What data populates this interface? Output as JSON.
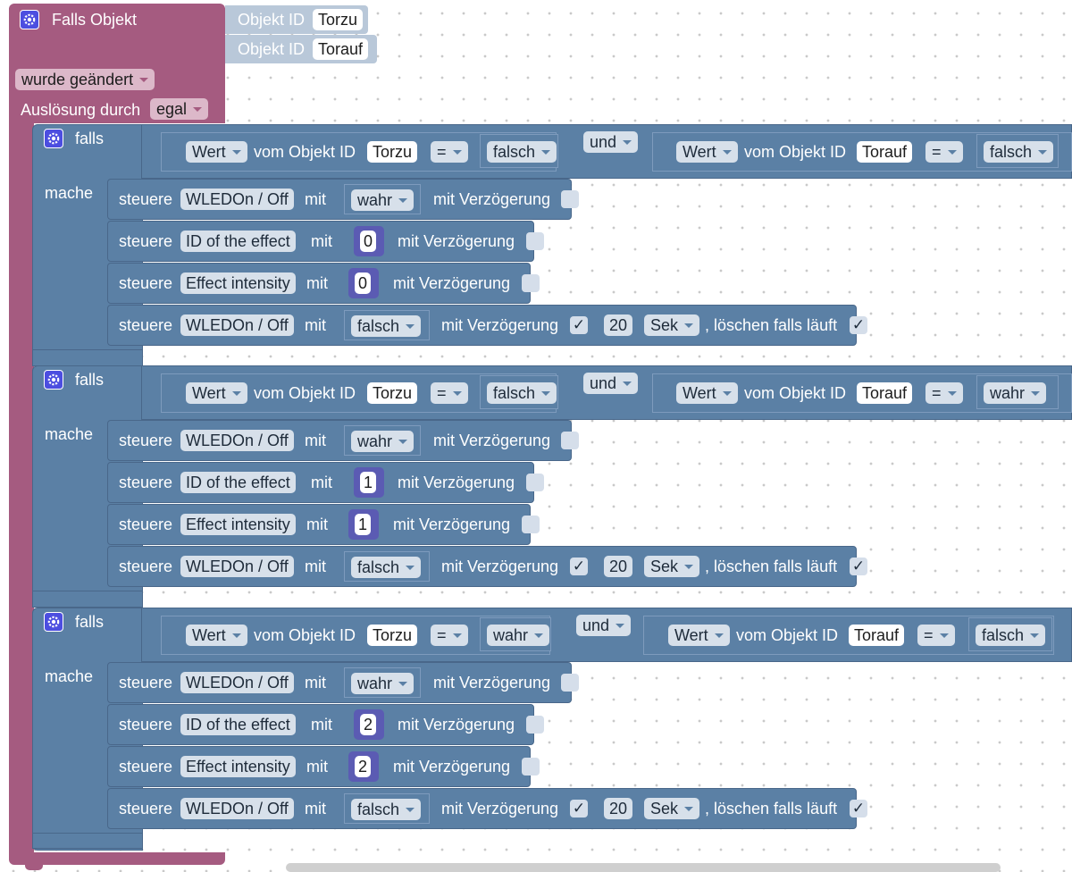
{
  "trigger": {
    "title": "Falls Objekt",
    "object_label": "Objekt ID",
    "objects": [
      "Torzu",
      "Torauf"
    ],
    "changed_option": "wurde geändert",
    "trigger_label": "Auslösung durch",
    "trigger_option": "egal"
  },
  "labels": {
    "if": "falls",
    "do": "mache",
    "and": "und",
    "value": "Wert",
    "of_object": "vom Objekt ID",
    "equals": "=",
    "control": "steuere",
    "with": "mit",
    "with_delay": "mit Verzögerung",
    "seconds": "Sek",
    "clear_running": ", löschen falls läuft",
    "check": "✓"
  },
  "blocks": [
    {
      "cond1_object": "Torzu",
      "cond1_value": "falsch",
      "cond2_object": "Torauf",
      "cond2_value": "falsch",
      "rows": [
        {
          "target": "WLEDOn / Off",
          "value": "wahr"
        },
        {
          "target": "ID of the effect",
          "value": "0"
        },
        {
          "target": "Effect intensity",
          "value": "0"
        },
        {
          "target": "WLEDOn / Off",
          "value": "falsch",
          "delay": "20"
        }
      ]
    },
    {
      "cond1_object": "Torzu",
      "cond1_value": "falsch",
      "cond2_object": "Torauf",
      "cond2_value": "wahr",
      "rows": [
        {
          "target": "WLEDOn / Off",
          "value": "wahr"
        },
        {
          "target": "ID of the effect",
          "value": "1"
        },
        {
          "target": "Effect intensity",
          "value": "1"
        },
        {
          "target": "WLEDOn / Off",
          "value": "falsch",
          "delay": "20"
        }
      ]
    },
    {
      "cond1_object": "Torzu",
      "cond1_value": "wahr",
      "cond2_object": "Torauf",
      "cond2_value": "falsch",
      "rows": [
        {
          "target": "WLEDOn / Off",
          "value": "wahr"
        },
        {
          "target": "ID of the effect",
          "value": "2"
        },
        {
          "target": "Effect intensity",
          "value": "2"
        },
        {
          "target": "WLEDOn / Off",
          "value": "falsch",
          "delay": "20"
        }
      ]
    }
  ],
  "colors": {
    "event_block": "#a55b80",
    "logic_block": "#5b80a5",
    "math_block": "#5b5bb3",
    "gear_icon": "#4c4ee0"
  }
}
